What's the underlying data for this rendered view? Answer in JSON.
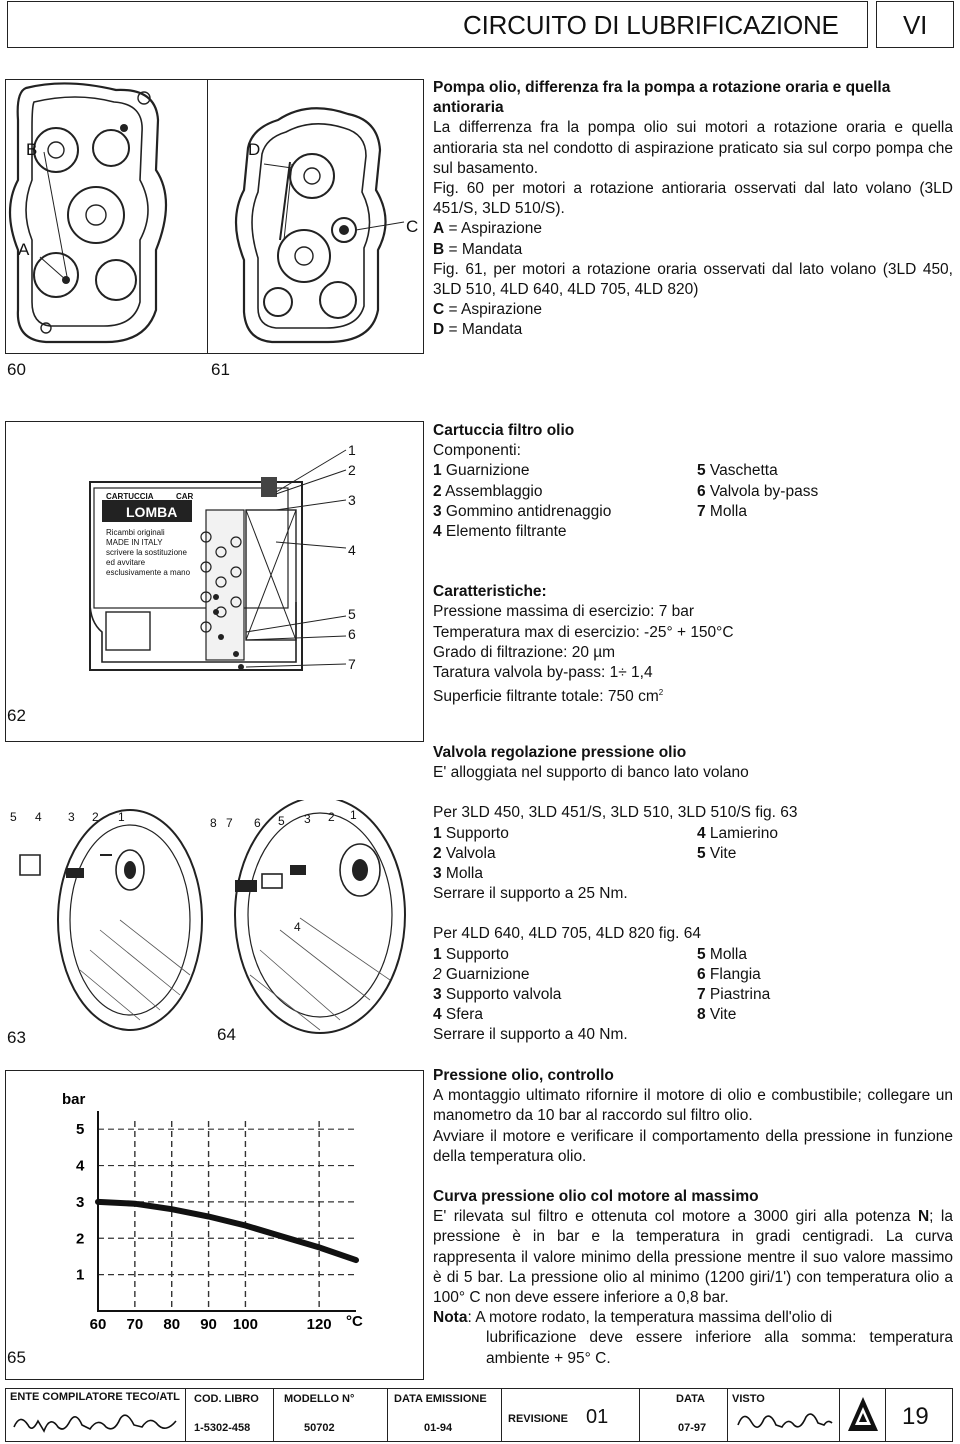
{
  "header": {
    "title": "CIRCUITO DI LUBRIFICAZIONE",
    "chapter": "VI"
  },
  "figs": {
    "f60": "60",
    "f61": "61",
    "f62": "62",
    "f63": "63",
    "f64": "64",
    "f65": "65",
    "f60_letters": [
      "B",
      "A"
    ],
    "f61_letters": [
      "D",
      "C"
    ],
    "f62_callouts": [
      "1",
      "2",
      "3",
      "4",
      "5",
      "6",
      "7"
    ],
    "f62_label_lines": [
      "CARTUCCIA",
      "CAR",
      "LOMBA",
      "Ricambi originali",
      "MADE IN ITALY",
      "scrivere la sostituzione",
      "ed avvitare",
      "esclusivamente a mano"
    ],
    "f63_callouts": [
      "5",
      "4",
      "3",
      "2",
      "1"
    ],
    "f64_callouts": [
      "8",
      "7",
      "6",
      "5",
      "3",
      "2",
      "1",
      "4"
    ]
  },
  "sec_pump": {
    "heading": "Pompa olio, differenza fra la pompa a rotazione oraria e quella antioraria",
    "body": "La differrenza fra la pompa olio sui motori a rotazione oraria e quella antioraria sta nel condotto di aspirazione praticato sia sul  corpo pompa che sul basamento.",
    "fig60": "Fig. 60 per motori a rotazione antioraria osservati dal lato volano (3LD 451/S, 3LD 510/S).",
    "a_key": "A",
    "a_val": " = Aspirazione",
    "b_key": "B",
    "b_val": " = Mandata",
    "fig61": "Fig. 61, per motori a rotazione oraria osservati dal lato volano (3LD 450, 3LD 510, 4LD 640, 4LD 705, 4LD 820)",
    "c_key": "C",
    "c_val": " = Aspirazione",
    "d_key": "D",
    "d_val": " = Mandata"
  },
  "sec_filter": {
    "heading": "Cartuccia filtro olio",
    "comp_title": "Componenti:",
    "comps": [
      {
        "n": "1",
        "t": " Guarnizione",
        "n2": "5",
        "t2": " Vaschetta"
      },
      {
        "n": "2",
        "t": " Assemblaggio",
        "n2": "6",
        "t2": " Valvola by-pass"
      },
      {
        "n": "3",
        "t": " Gommino antidrenaggio",
        "n2": "7",
        "t2": " Molla"
      },
      {
        "n": "4",
        "t": " Elemento filtrante",
        "n2": "",
        "t2": ""
      }
    ],
    "char_title": "Caratteristiche:",
    "chars": [
      "Pressione massima di esercizio: 7 bar",
      "Temperatura max di esercizio: -25° + 150°C",
      "Grado di filtrazione: 20 µm",
      "Taratura valvola by-pass: 1÷ 1,4"
    ],
    "surface": "Superficie filtrante totale: 750 cm",
    "surface_sup": "2"
  },
  "sec_valve": {
    "heading": "Valvola regolazione pressione olio",
    "body": "E' alloggiata nel supporto di banco lato volano",
    "p63": "Per 3LD 450, 3LD 451/S, 3LD 510, 3LD 510/S fig. 63",
    "list63": [
      {
        "n": "1",
        "t": " Supporto",
        "n2": "4",
        "t2": " Lamierino"
      },
      {
        "n": "2",
        "t": " Valvola",
        "n2": "5",
        "t2": " Vite"
      },
      {
        "n": "3",
        "t": " Molla",
        "n2": "",
        "t2": ""
      }
    ],
    "torque63": "Serrare il supporto a 25 Nm.",
    "p64": "Per 4LD 640, 4LD 705, 4LD 820 fig. 64",
    "list64": [
      {
        "n": "1",
        "t": " Supporto",
        "n2": "5",
        "t2": " Molla"
      },
      {
        "n": "2",
        "t": " Guarnizione",
        "n2": "6",
        "t2": " Flangia"
      },
      {
        "n": "3",
        "t": " Supporto valvola",
        "n2": "7",
        "t2": " Piastrina"
      },
      {
        "n": "4",
        "t": " Sfera",
        "n2": "8",
        "t2": " Vite"
      }
    ],
    "torque64": "Serrare il supporto a 40 Nm."
  },
  "sec_press": {
    "heading": "Pressione olio, controllo",
    "p1": "A montaggio ultimato rifornire il motore di olio e combustibile; collegare un manometro da 10 bar al raccordo sul filtro olio.",
    "p2": "Avviare il motore e verificare il comportamento della pressione in funzione della temperatura olio."
  },
  "sec_curve": {
    "heading": "Curva pressione olio col motore al massimo",
    "p1a": "E' rilevata sul filtro e ottenuta col motore a 3000 giri alla potenza ",
    "p1b": "N",
    "p1c": "; la pressione è in bar e la temperatura in gradi centigradi. La curva rappresenta il valore minimo della pressione mentre il suo valore massimo è di 5 bar. La pressione olio al minimo (1200 giri/1') con temperatura olio a 100° C non deve essere inferiore a 0,8 bar.",
    "note_key": "Nota",
    "note_text": ": A   motore rodato, la temperatura massima dell'olio di",
    "note_cont": "lubrificazione deve essere inferiore alla somma: temperatura ambiente + 95° C."
  },
  "chart_data": {
    "type": "line",
    "ylabel": "bar",
    "xlabel": "°C",
    "x_ticks": [
      "60",
      "70",
      "80",
      "90",
      "100",
      "120"
    ],
    "y_ticks": [
      "1",
      "2",
      "3",
      "4",
      "5"
    ],
    "xlim": [
      60,
      130
    ],
    "ylim": [
      0,
      5.5
    ],
    "series": [
      {
        "x": [
          60,
          70,
          80,
          90,
          100,
          110,
          120,
          130
        ],
        "y": [
          3.0,
          2.95,
          2.8,
          2.6,
          2.35,
          2.05,
          1.75,
          1.4
        ]
      }
    ]
  },
  "footer": {
    "ente": "ENTE COMPILATORE TECO/ATL",
    "cod_label": "COD. LIBRO",
    "cod_val": "1-5302-458",
    "mod_label": "MODELLO N°",
    "mod_val": "50702",
    "data_em_label": "DATA EMISSIONE",
    "data_em_val": "01-94",
    "rev_label": "REVISIONE",
    "rev_val": "01",
    "data_label": "DATA",
    "data_val": "07-97",
    "visto_label": "VISTO",
    "page": "19"
  }
}
